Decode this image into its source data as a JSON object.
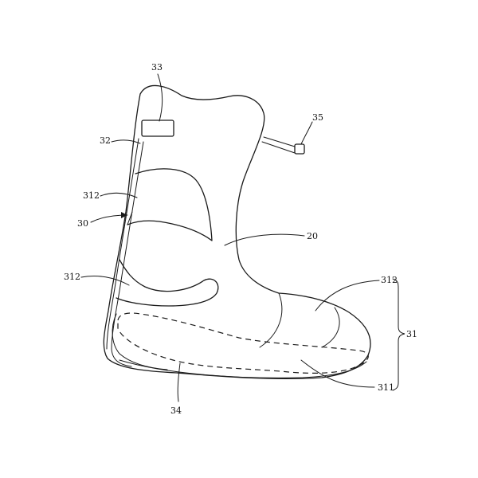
{
  "figure": {
    "labels": {
      "boot_upper": "20",
      "liner_assembly": "30",
      "sole_bladder": "31",
      "toe_bladder": "311",
      "strap_upper": "312",
      "strap_middle": "312",
      "toe_strap": "312",
      "spine_tube": "32",
      "pump_button": "33",
      "heel_chamber": "34",
      "valve": "35"
    },
    "colors": {
      "line": "#1a1a1a",
      "background": "#ffffff"
    }
  }
}
